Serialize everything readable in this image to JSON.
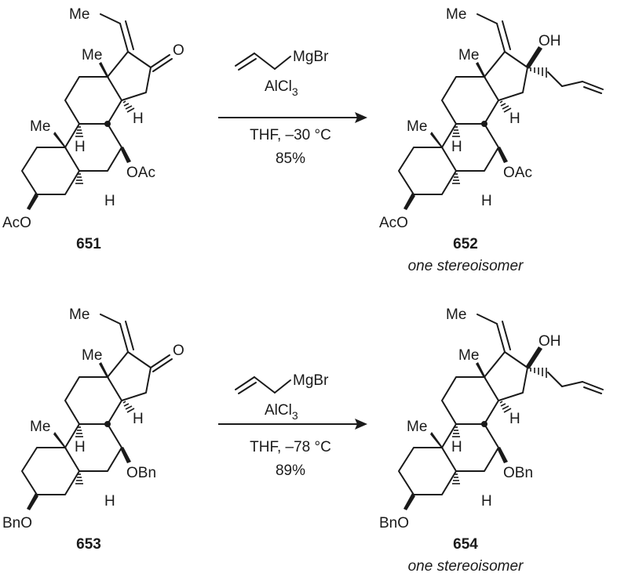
{
  "reactions": [
    {
      "reactant": {
        "id": "651",
        "labels": {
          "me_ethylidene": "Me",
          "me_c13": "Me",
          "me_c10": "Me",
          "carbonyl_o": "O",
          "h_c14": "H",
          "h_c9": "H",
          "h_c5": "H",
          "oac_c6": "OAc",
          "aco_c3": "AcO"
        }
      },
      "reagents": {
        "allyl": "MgBr",
        "lewis_acid": "AlCl",
        "lewis_acid_sub": "3",
        "conditions": "THF, –30 °C",
        "yield": "85%"
      },
      "product": {
        "id": "652",
        "note": "one stereoisomer",
        "labels": {
          "me_ethylidene": "Me",
          "me_c13": "Me",
          "me_c10": "Me",
          "oh": "OH",
          "h_c14": "H",
          "h_c9": "H",
          "h_c5": "H",
          "oac_c6": "OAc",
          "aco_c3": "AcO"
        }
      }
    },
    {
      "reactant": {
        "id": "653",
        "labels": {
          "me_ethylidene": "Me",
          "me_c13": "Me",
          "me_c10": "Me",
          "carbonyl_o": "O",
          "h_c14": "H",
          "h_c9": "H",
          "h_c5": "H",
          "oac_c6": "OBn",
          "aco_c3": "BnO"
        }
      },
      "reagents": {
        "allyl": "MgBr",
        "lewis_acid": "AlCl",
        "lewis_acid_sub": "3",
        "conditions": "THF, –78 °C",
        "yield": "89%"
      },
      "product": {
        "id": "654",
        "note": "one stereoisomer",
        "labels": {
          "me_ethylidene": "Me",
          "me_c13": "Me",
          "me_c10": "Me",
          "oh": "OH",
          "h_c14": "H",
          "h_c9": "H",
          "h_c5": "H",
          "oac_c6": "OBn",
          "aco_c3": "BnO"
        }
      }
    }
  ]
}
